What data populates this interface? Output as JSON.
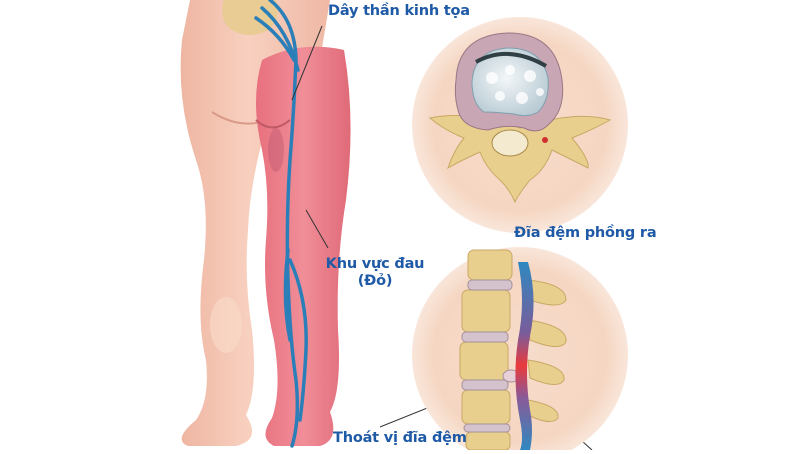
{
  "diagram": {
    "title": "Sciatica / herniated disc illustration",
    "labels": {
      "sciatic_nerve": "Dây thần kinh tọa",
      "bulging_disc": "Đĩa đệm phồng ra",
      "pain_area_line1": "Khu vực đau",
      "pain_area_line2": "(Đỏ)",
      "herniated_disc": "Thoát vị đĩa đệm"
    },
    "colors": {
      "label_text": "#1f5aa6",
      "nerve": "#2b7fb8",
      "pain_area": "#e8707e",
      "skin": "#f4c4b0",
      "circle_bg": "#f6d8c4",
      "bone": "#e9cf8e",
      "disc_ring": "#c9a6b4",
      "nucleus": "#dfe7ec",
      "spinal_cord_inflamed": "#e8343a"
    }
  }
}
